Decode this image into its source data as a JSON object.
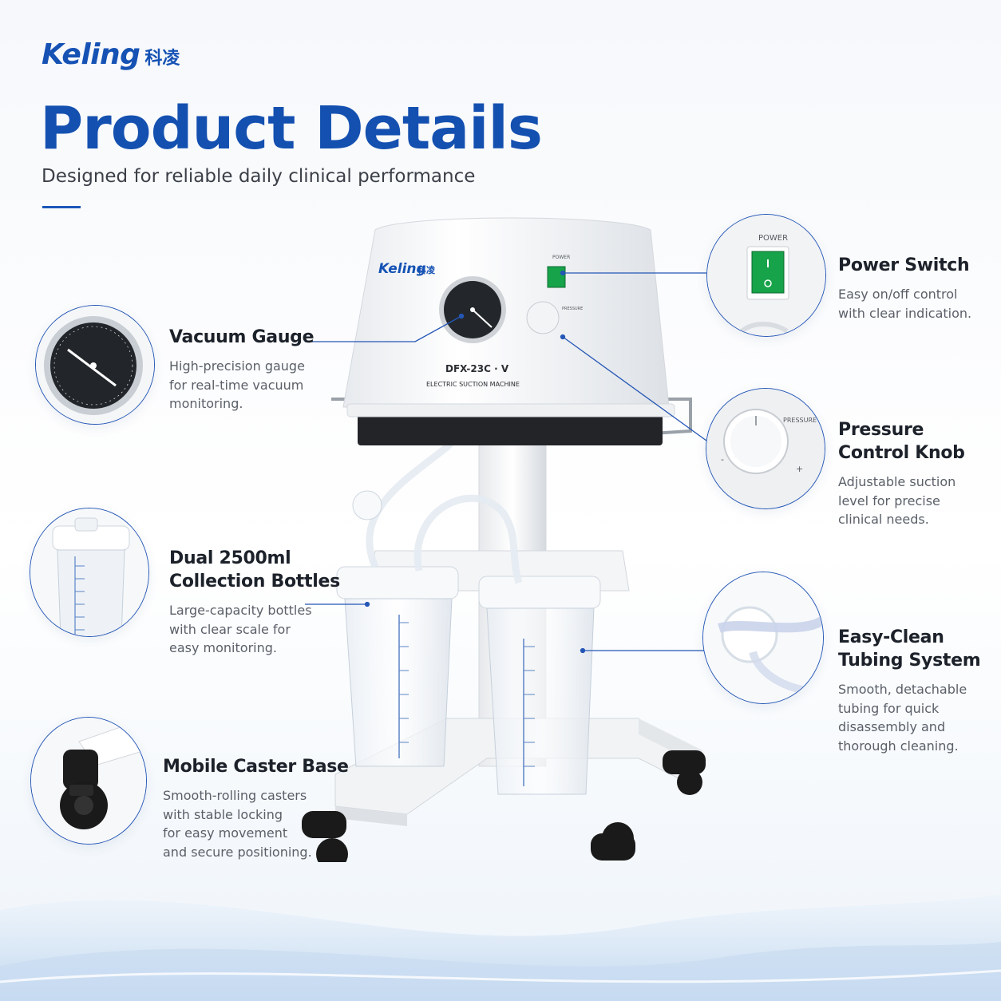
{
  "brand": {
    "name_latin": "Keling",
    "name_cjk": "科凌"
  },
  "header": {
    "title": "Product Details",
    "subtitle": "Designed for reliable daily clinical performance"
  },
  "machine": {
    "brand_latin": "Keling",
    "brand_cjk": "科凌",
    "model": "DFX-23C · V",
    "type_label": "ELECTRIC SUCTION MACHINE",
    "power_label": "POWER",
    "pressure_label": "PRESSURE",
    "minus": "-",
    "plus": "+"
  },
  "features": [
    {
      "title_lines": [
        "Vacuum Gauge"
      ],
      "desc_lines": [
        "High-precision gauge",
        "for real-time vacuum",
        "monitoring."
      ]
    },
    {
      "title_lines": [
        "Dual 2500ml",
        "Collection Bottles"
      ],
      "desc_lines": [
        "Large-capacity bottles",
        "with clear scale for",
        "easy monitoring."
      ]
    },
    {
      "title_lines": [
        "Mobile Caster Base"
      ],
      "desc_lines": [
        "Smooth-rolling casters",
        "with stable locking",
        "for easy movement",
        "and secure positioning."
      ]
    },
    {
      "title_lines": [
        "Power Switch"
      ],
      "desc_lines": [
        "Easy on/off control",
        "with clear indication."
      ]
    },
    {
      "title_lines": [
        "Pressure",
        "Control Knob"
      ],
      "desc_lines": [
        "Adjustable suction",
        "level for precise",
        "clinical needs."
      ]
    },
    {
      "title_lines": [
        "Easy-Clean",
        "Tubing System"
      ],
      "desc_lines": [
        "Smooth, detachable",
        "tubing for quick",
        "disassembly and",
        "thorough cleaning."
      ]
    }
  ],
  "colors": {
    "brand_blue": "#1450b0",
    "accent_blue": "#2456b6",
    "switch_green": "#17a34a",
    "text_dark": "#1c212a",
    "text_muted": "#5a5f68"
  },
  "icons": [
    "vacuum-gauge-icon",
    "collection-bottle-icon",
    "caster-wheel-icon",
    "power-switch-icon",
    "pressure-knob-icon",
    "tubing-icon"
  ]
}
